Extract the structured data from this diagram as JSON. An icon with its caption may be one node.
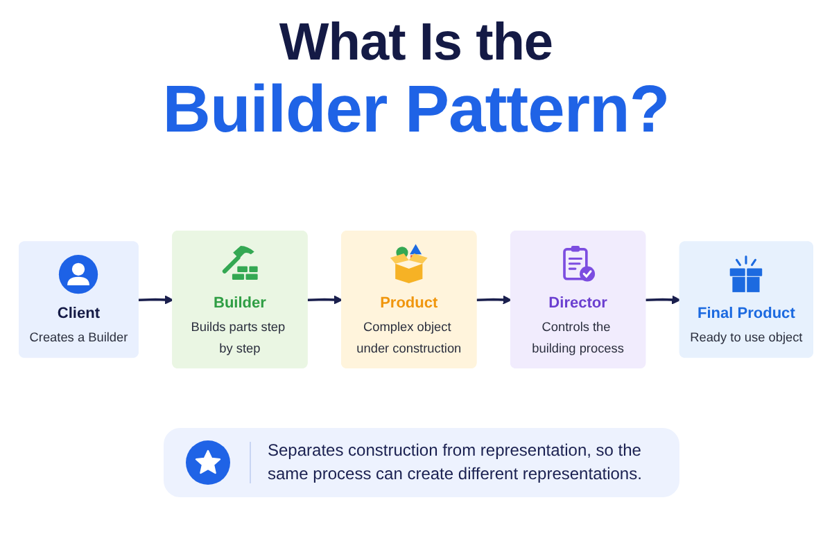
{
  "diagram": {
    "title": "What Is the Builder Pattern?",
    "caption": "Separates construction from representation, so the same process can create different representations.",
    "nodes": [
      {
        "text": [
          "Client",
          "Creates a Builder"
        ]
      },
      {
        "text": [
          "Builder",
          "Builds parts step by step"
        ]
      },
      {
        "text": [
          "Product",
          "Complex object under construction"
        ]
      },
      {
        "text": [
          "Director",
          "Controls the building process"
        ]
      },
      {
        "text": [
          "Final Product",
          "Ready to use object"
        ]
      }
    ],
    "edges": [
      {
        "from": 0,
        "to": 1,
        "arrow": "to"
      },
      {
        "from": 1,
        "to": 2,
        "arrow": "to"
      },
      {
        "from": 2,
        "to": 3,
        "arrow": "to"
      },
      {
        "from": 3,
        "to": 4,
        "arrow": "to"
      }
    ]
  }
}
